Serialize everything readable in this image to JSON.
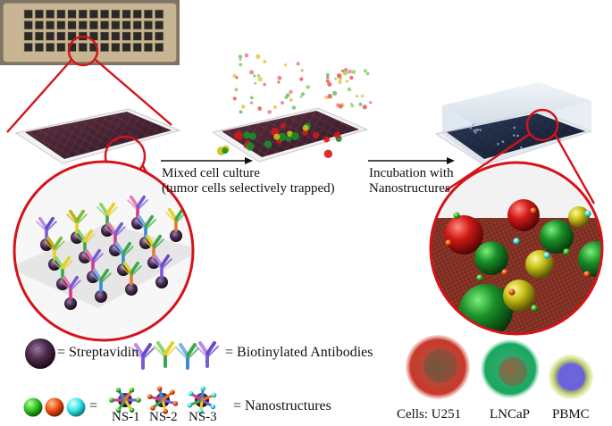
{
  "captions": {
    "step1_line1": "Mixed cell culture",
    "step1_line2": "(tumor cells selectively trapped)",
    "step2_line1": "Incubation with",
    "step2_line2": "Nanostructures"
  },
  "legend": {
    "streptavidin": "= Streptavidin",
    "antibodies": "= Biotinylated Antibodies",
    "equals": "=",
    "nanostructures": "= Nanostructures",
    "ns_labels": [
      "NS-1",
      "NS-2",
      "NS-3"
    ]
  },
  "cells": {
    "u251": "Cells: U251",
    "lncap": "LNCaP",
    "pbmc": "PBMC"
  },
  "colors": {
    "callout_red": "#d4131a",
    "chip_dark": "#4a2a35",
    "chip_grid": "#b03545",
    "u251_red": "#c9382b",
    "lncap_green": "#18a860",
    "pbmc_blue": "#6a63d8",
    "ns_green": "#2ec224",
    "ns_orange": "#f04d10",
    "ns_cyan": "#38e6e6",
    "antibody_violet": "#7a5bd6",
    "antibody_yellow": "#e6d12a"
  }
}
